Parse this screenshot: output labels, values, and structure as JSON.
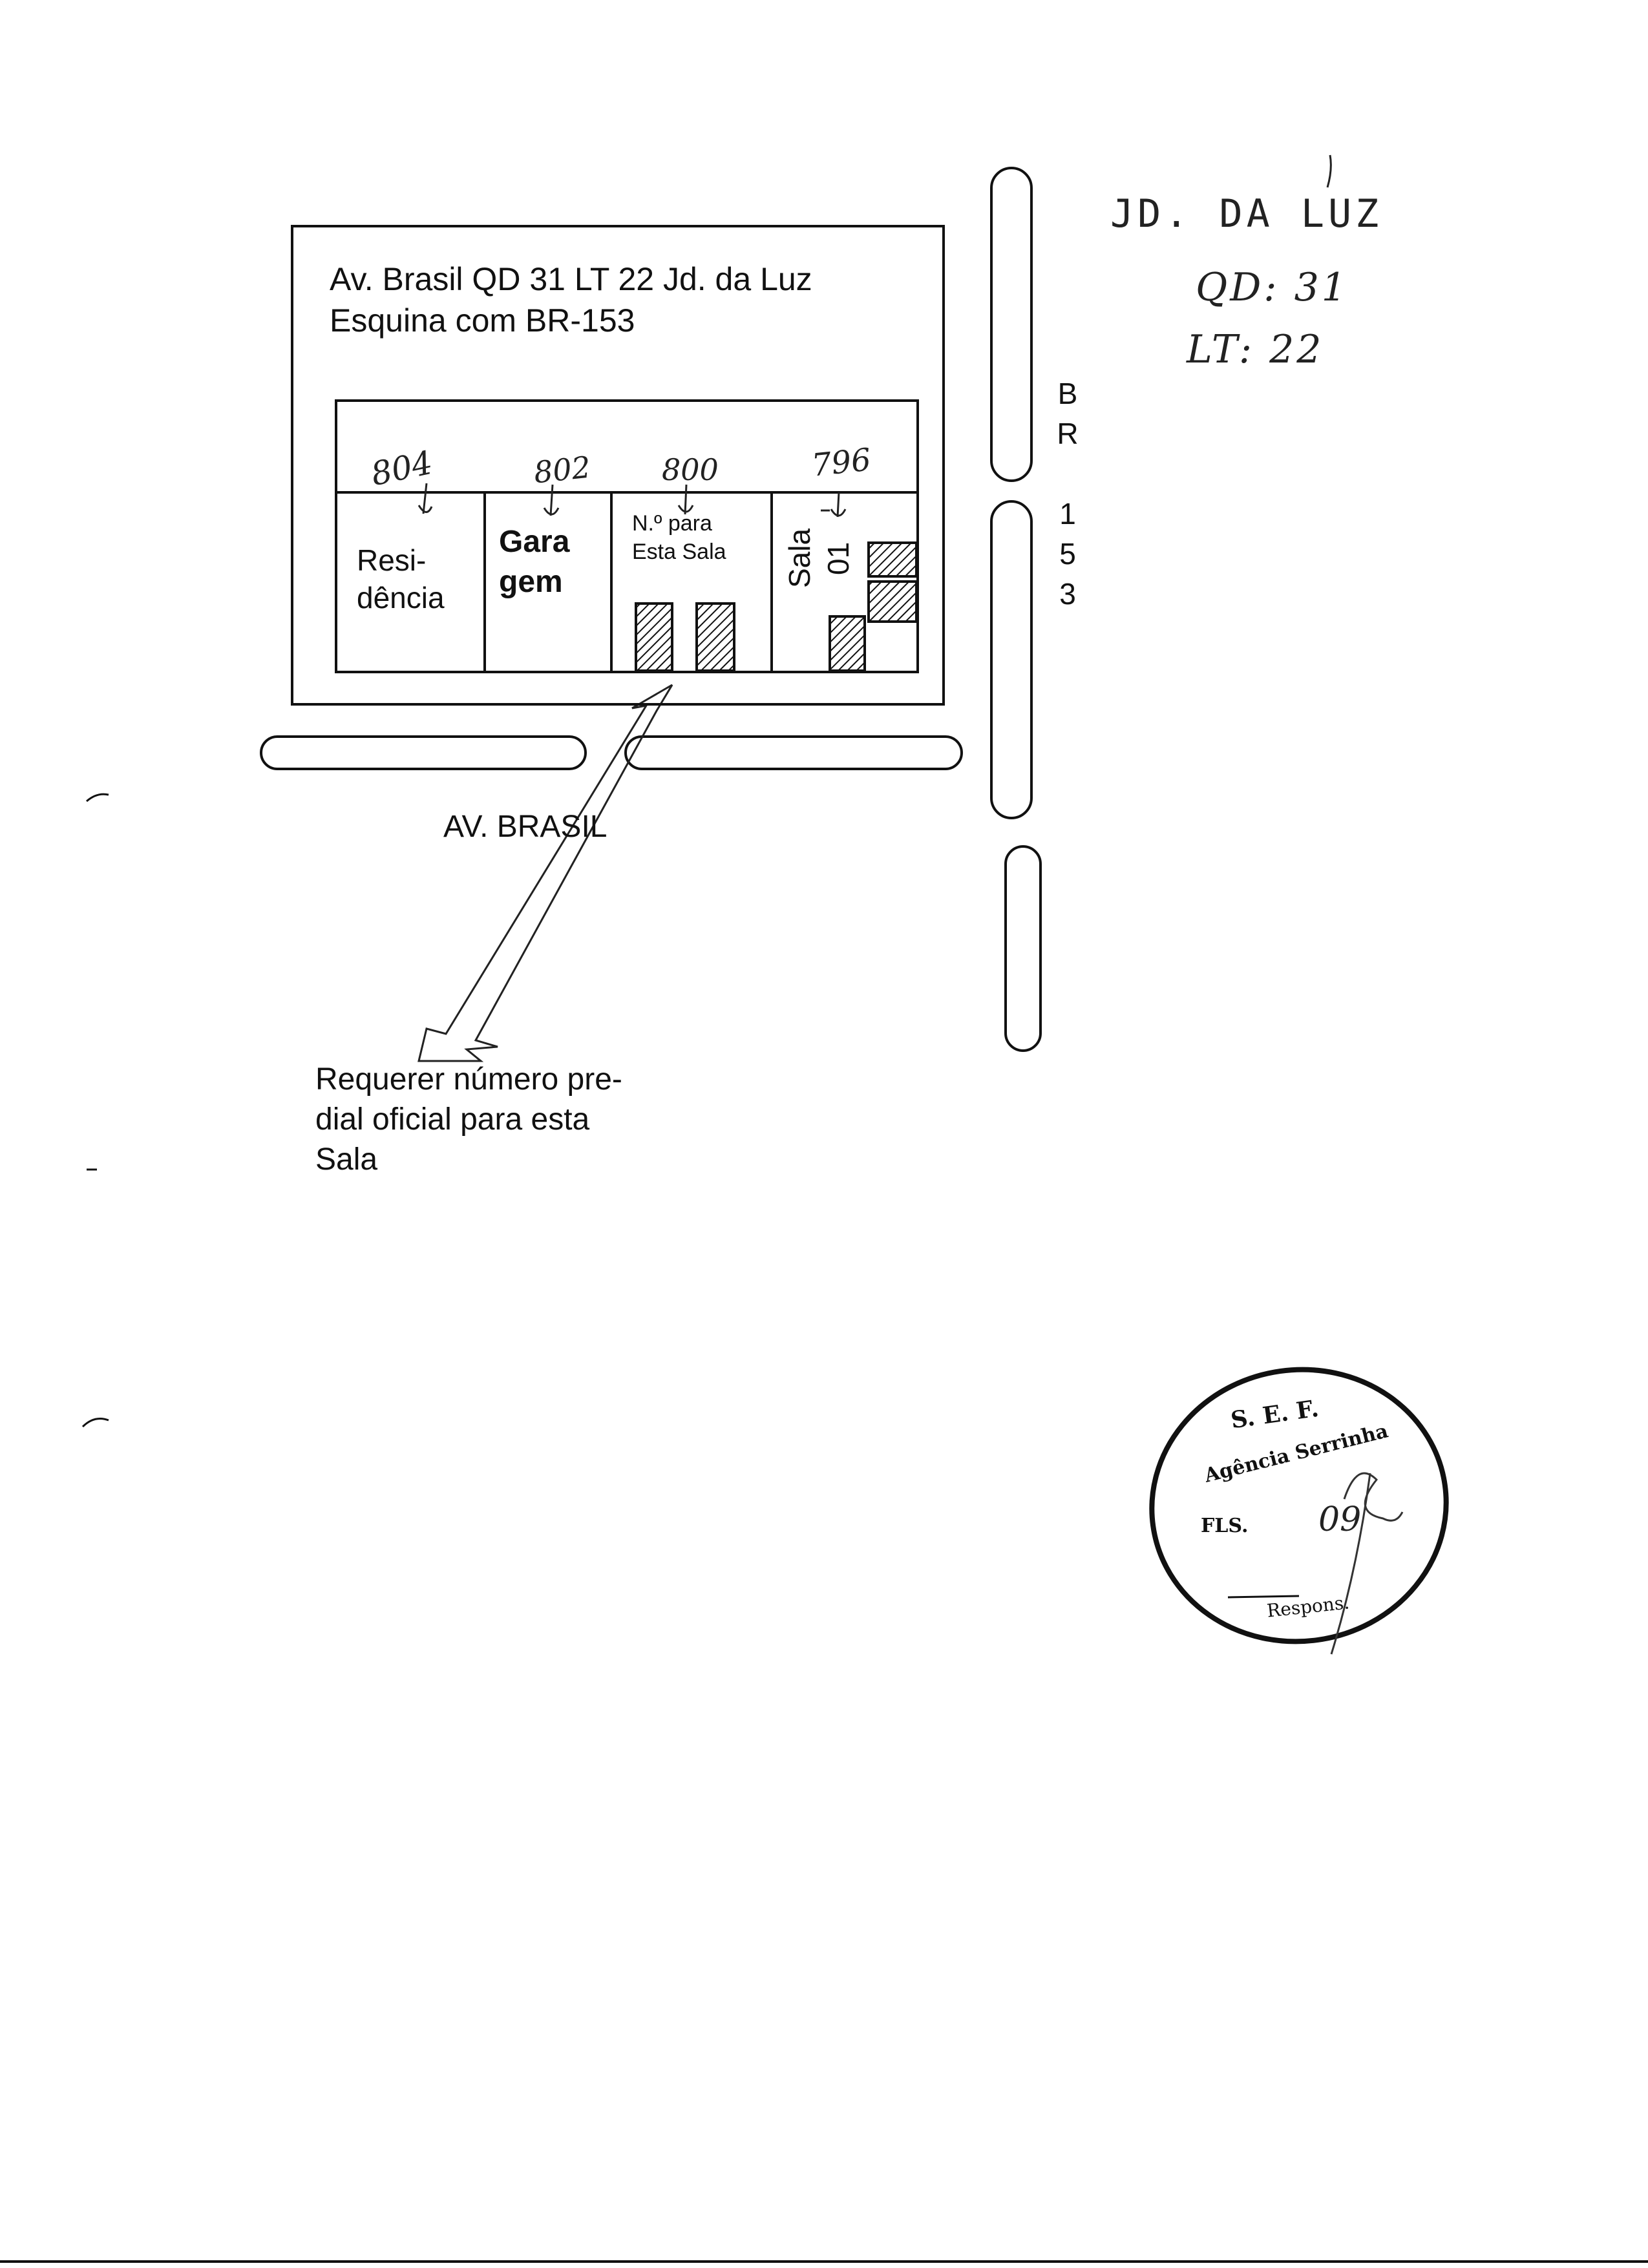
{
  "address": {
    "line1": "Av. Brasil QD 31 LT 22 Jd. da Luz",
    "line2": "Esquina com BR-153"
  },
  "lots": {
    "residencia": {
      "line1": "Resi-",
      "line2": "dência",
      "number": "804"
    },
    "garagem": {
      "line1": "Gara",
      "line2": "gem",
      "number": "802"
    },
    "esta_sala": {
      "line1": "N.º para",
      "line2": "Esta Sala",
      "number": "800"
    },
    "sala01": {
      "line1": "Sala",
      "line2": "01",
      "number": "796"
    }
  },
  "streets": {
    "av_brasil": "AV. BRASIL",
    "br153": [
      "B",
      "R",
      "1",
      "5",
      "3"
    ]
  },
  "callout": {
    "line1": "Requerer número pre-",
    "line2": "dial oficial para esta",
    "line3": "Sala"
  },
  "handwritten": {
    "line1": "JD. DA LUZ",
    "line2": "QD: 31",
    "line3": "LT: 22"
  },
  "stamp": {
    "org": "S. E. F.",
    "agency": "Agência Serrinha",
    "fls_label": "FLS.",
    "fls_value": "09",
    "resp_label": "Respons."
  }
}
